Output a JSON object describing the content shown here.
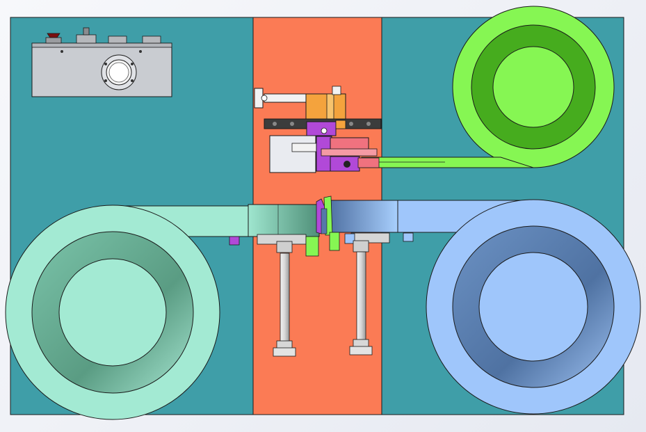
{
  "drawing": {
    "colors": {
      "base_plate": "#3f9ea8",
      "center_plate": "#fb7b55",
      "feeder_mint": "#a3ead3",
      "feeder_mint_dark": "#5d9f87",
      "feeder_blue": "#9fc6fb",
      "feeder_blue_dark": "#5679a9",
      "reel_green": "#86f653",
      "reel_green_dark": "#46ac1e",
      "module_orange": "#f4a33d",
      "module_purple": "#b149d8",
      "module_pink": "#f0727f",
      "controller_gray": "#c9ccd1",
      "rail_dark": "#3c3c3c",
      "outline": "#1a1a1a"
    },
    "parts": [
      "controller-box",
      "base-plate",
      "center-plate",
      "tape-reel",
      "tape-feed-strip",
      "cutting-module",
      "left-bowl-feeder",
      "left-linear-track",
      "right-bowl-feeder",
      "right-linear-track",
      "left-support-column",
      "right-support-column"
    ]
  }
}
